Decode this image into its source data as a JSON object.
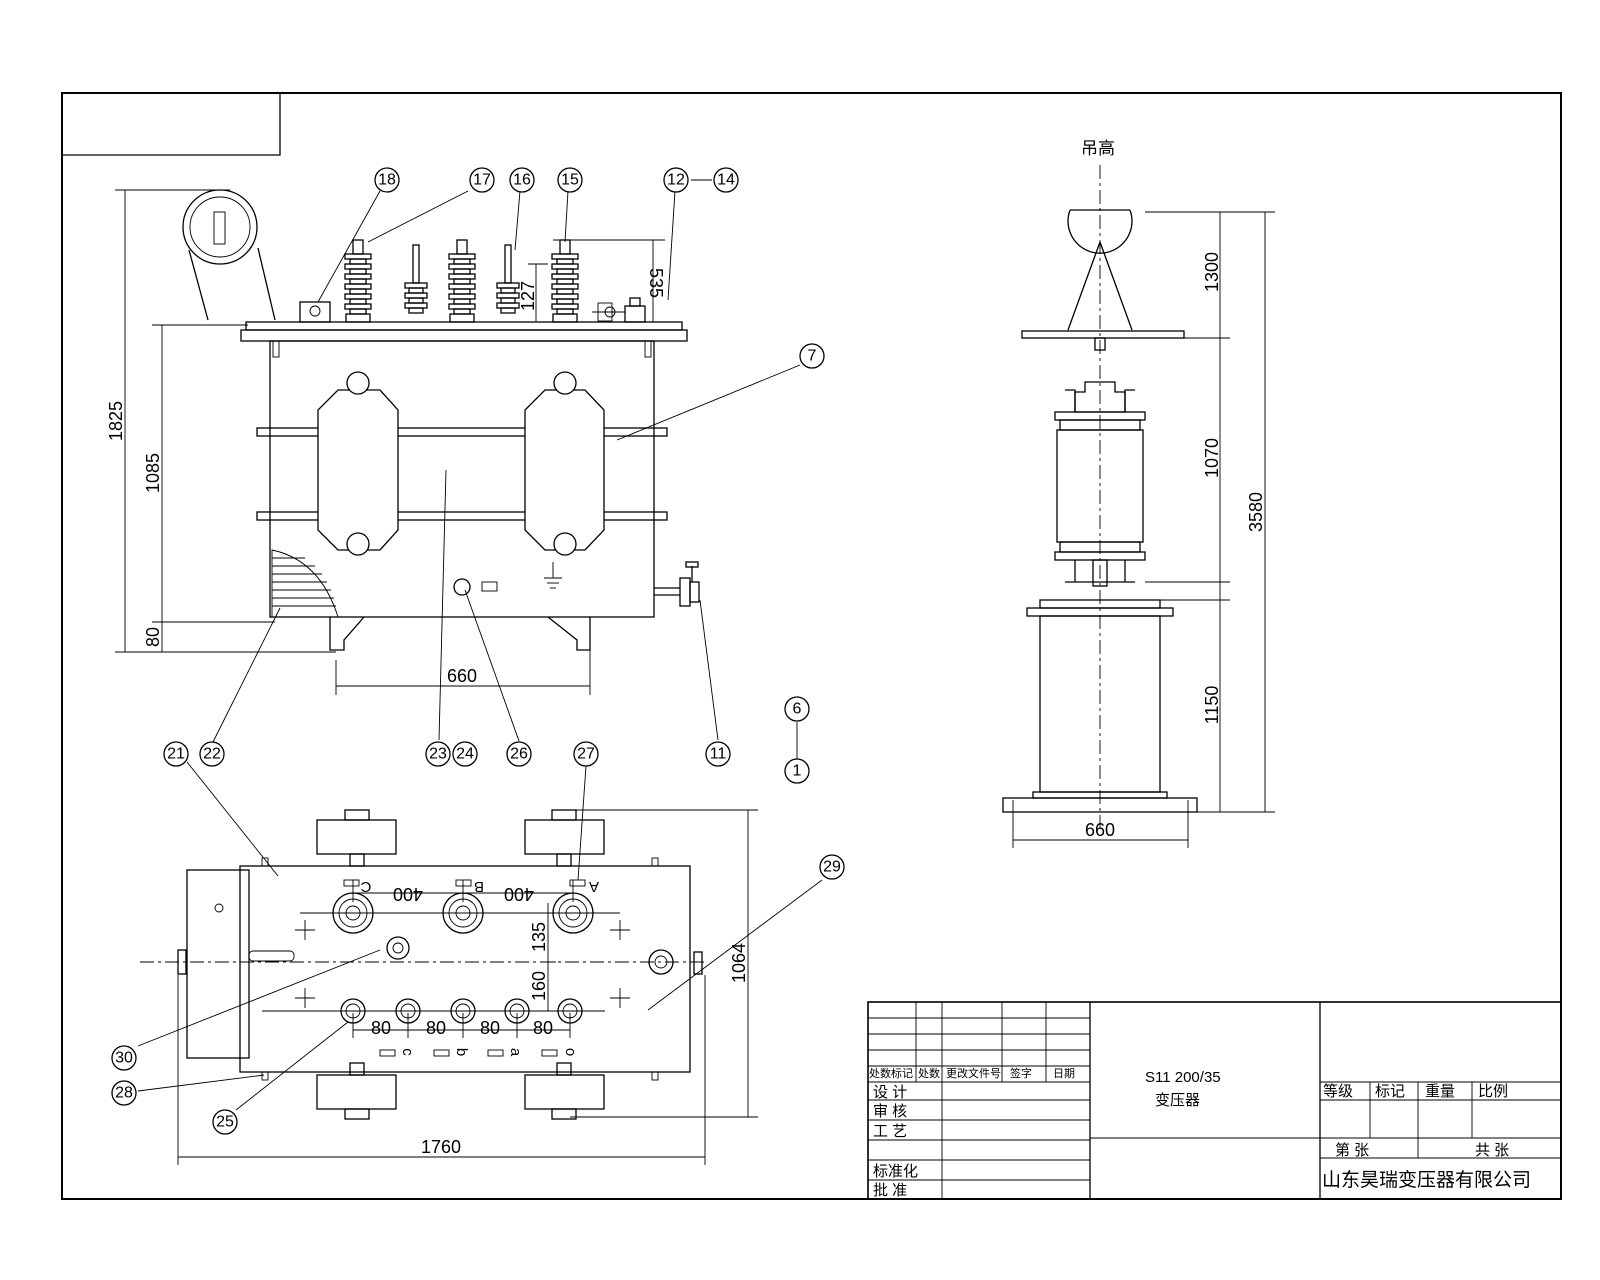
{
  "drawing": {
    "model_line1": "S11 200/35",
    "model_line2": "变压器",
    "company": "山东昊瑞变压器有限公司",
    "lifting_label": "吊高"
  },
  "title_block": {
    "header_row": [
      "处数标记",
      "处数",
      "更改文件号",
      "签字",
      "日期"
    ],
    "role_rows": [
      "设 计",
      "审 核",
      "工 艺",
      "标准化",
      "批 准"
    ],
    "grade_row": [
      "等级",
      "标记",
      "重量",
      "比例"
    ],
    "sheet_row": [
      "第 张",
      "共 张"
    ]
  },
  "dimensions": {
    "front": {
      "total_height": "1825",
      "tank_height": "1085",
      "base_height": "80",
      "base_width": "660",
      "bushing_height": "535",
      "bushing_gap": "127"
    },
    "side": {
      "lift_height": "1300",
      "core_height": "1070",
      "total_height": "3580",
      "tank_height": "1150",
      "base_width": "660"
    },
    "top": {
      "hv_spacing_1": "400",
      "hv_spacing_2": "400",
      "row_gap": "135",
      "lv_gap": "160",
      "lv_spacing": [
        "80",
        "80",
        "80",
        "80"
      ],
      "width": "1760",
      "depth": "1064"
    }
  },
  "bushing_labels": {
    "hv": [
      "C",
      "B",
      "A"
    ],
    "lv": [
      "c",
      "b",
      "a",
      "o"
    ]
  },
  "balloons": {
    "b18": "18",
    "b17": "17",
    "b16": "16",
    "b15": "15",
    "b12": "12",
    "b14": "14",
    "b7": "7",
    "b6": "6",
    "b1": "1",
    "b21": "21",
    "b22": "22",
    "b23": "23",
    "b24": "24",
    "b26": "26",
    "b27": "27",
    "b11": "11",
    "b29": "29",
    "b30": "30",
    "b28": "28",
    "b25": "25"
  }
}
